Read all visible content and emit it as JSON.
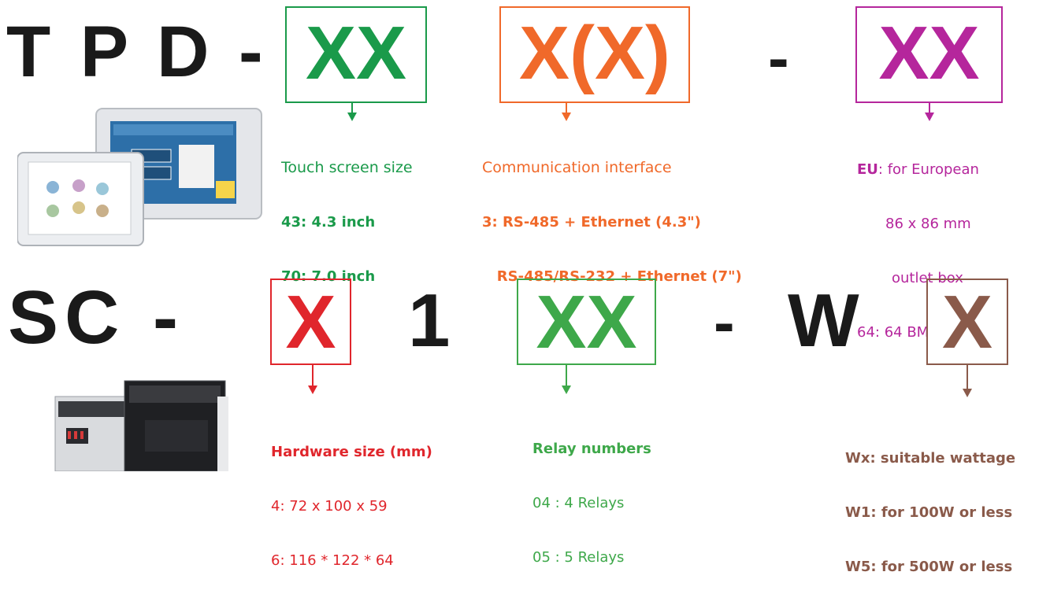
{
  "row1": {
    "prefix": "T P D -",
    "box1": {
      "code": "XX",
      "color": "#1a9a4a",
      "title": "Touch screen size",
      "lines": [
        "43: 4.3 inch",
        "70: 7.0 inch"
      ]
    },
    "box2": {
      "code": "X(X)",
      "color": "#f0692a",
      "title": "Communication interface",
      "lines": [
        "3: RS-485 + Ethernet (4.3\")",
        "   RS-485/RS-232 + Ethernet (7\")"
      ]
    },
    "dash": "-",
    "box3": {
      "code": "XX",
      "color": "#b5269c",
      "title_bold": "EU",
      "title_rest": ": for European",
      "lines": [
        "86 x 86 mm",
        "outlet box",
        "64: 64 BM"
      ]
    }
  },
  "row2": {
    "prefix": "SC -",
    "box1": {
      "code": "X",
      "color": "#e0262c",
      "title": "Hardware size (mm)",
      "lines": [
        "4: 72 x 100 x 59",
        "6: 116 * 122 * 64"
      ]
    },
    "one": "1",
    "box2": {
      "code": "XX",
      "color": "#3ea84a",
      "title": "Relay numbers",
      "lines": [
        "04 : 4 Relays",
        "05 : 5 Relays"
      ]
    },
    "dash": "-",
    "w": "W",
    "box3": {
      "code": "X",
      "color": "#8a5a4a",
      "lines": [
        "Wx: suitable wattage",
        "W1: for 100W or less",
        "W5: for 500W or less"
      ]
    }
  },
  "colors": {
    "text_dark": "#1a1a1a",
    "green": "#1a9a4a",
    "orange": "#f0692a",
    "magenta": "#b5269c",
    "red": "#e0262c",
    "light_green": "#3ea84a",
    "brown": "#8a5a4a"
  }
}
